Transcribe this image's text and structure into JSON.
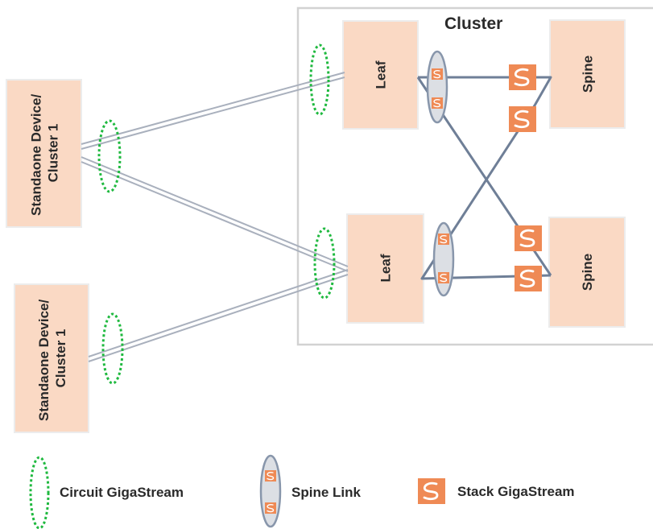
{
  "cluster": {
    "title": "Cluster",
    "leaf_label": "Leaf",
    "spine_label": "Spine"
  },
  "devices": {
    "device_1_line1": "Standaone Device/",
    "device_1_line2": "Cluster 1",
    "device_2_line1": "Standaone Device/",
    "device_2_line2": "Cluster 1"
  },
  "legend": {
    "circuit_label": "Circuit GigaStream",
    "spine_link_label": "Spine Link",
    "stack_label": "Stack GigaStream",
    "stack_badge_letter": "S"
  },
  "colors": {
    "node_fill": "#fad9c4",
    "node_border": "#ececec",
    "cluster_border": "#d2d2d2",
    "circuit_green": "#1fb93f",
    "link_slate": "#6f7f97",
    "stack_orange": "#ef8a55",
    "spine_link_fill": "#dcdfe4",
    "spine_link_border": "#8896ab",
    "double_line": "#a9b0bd"
  }
}
